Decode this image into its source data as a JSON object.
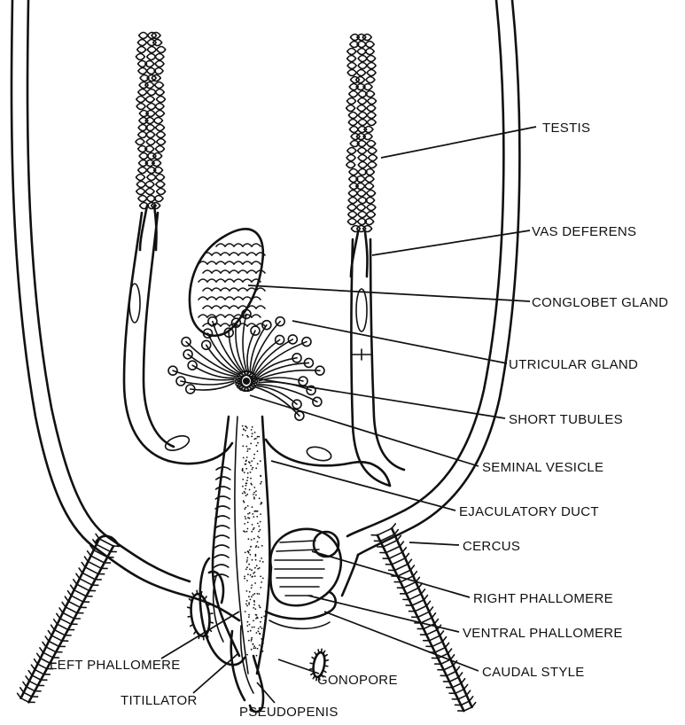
{
  "labels": {
    "testis": "TESTIS",
    "vas_deferens": "VAS DEFERENS",
    "conglobet_gland": "CONGLOBET GLAND",
    "utricular_gland": "UTRICULAR GLAND",
    "short_tubules": "SHORT TUBULES",
    "seminal_vesicle": "SEMINAL VESICLE",
    "ejaculatory_duct": "EJACULATORY DUCT",
    "cercus": "CERCUS",
    "right_phallomere": "RIGHT PHALLOMERE",
    "ventral_phallomere": "VENTRAL PHALLOMERE",
    "caudal_style": "CAUDAL STYLE",
    "left_phallomere": "LEFT PHALLOMERE",
    "titillator": "TITILLATOR",
    "pseudopenis": "PSEUDOPENIS",
    "gonopore": "GONOPORE"
  },
  "colors": {
    "ink": "#111111",
    "paper": "#ffffff"
  }
}
